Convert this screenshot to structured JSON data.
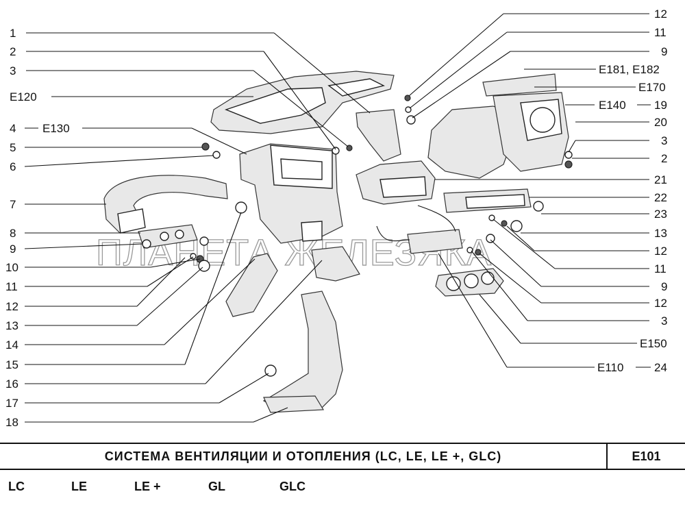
{
  "watermark": "ПЛАНЕТА ЖЕЛЕЗЯКА",
  "title": "СИСТЕМА  ВЕНТИЛЯЦИИ  И  ОТОПЛЕНИЯ  (LC, LE, LE +, GLC)",
  "code": "E101",
  "variants": [
    "LC",
    "LE",
    "LE +",
    "GL",
    "GLC"
  ],
  "left_labels": [
    "1",
    "2",
    "3",
    "E120",
    "4",
    "E130",
    "5",
    "6",
    "7",
    "8",
    "9",
    "10",
    "11",
    "12",
    "13",
    "14",
    "15",
    "16",
    "17",
    "18"
  ],
  "right_labels": [
    "12",
    "11",
    "9",
    "E181, E182",
    "E170",
    "E140",
    "19",
    "20",
    "3",
    "2",
    "21",
    "22",
    "23",
    "13",
    "12",
    "11",
    "9",
    "12",
    "3",
    "E150",
    "E110",
    "24"
  ]
}
